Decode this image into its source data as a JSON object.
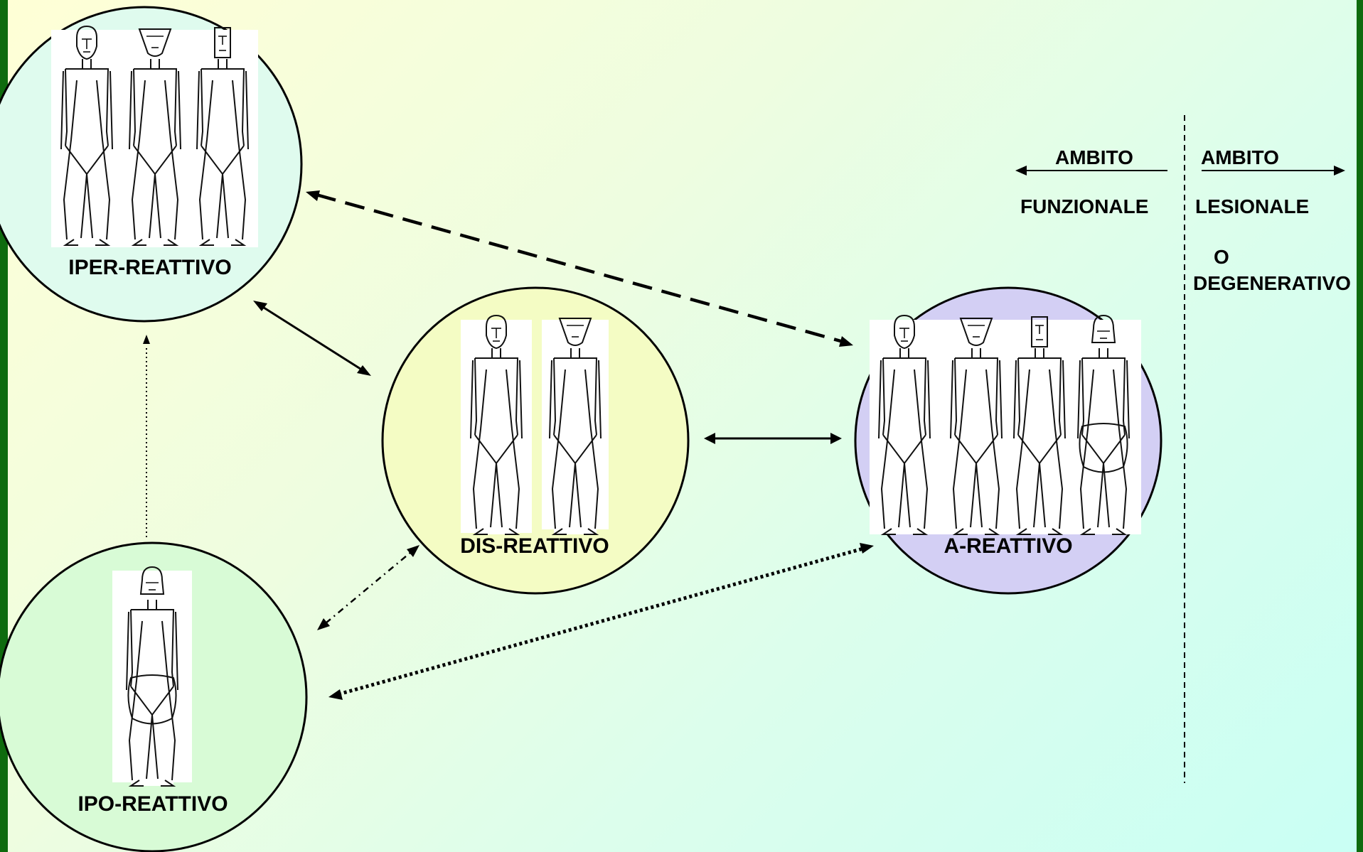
{
  "colors": {
    "frame": "#0e6b0e",
    "iper_fill": "#dffbee",
    "dis_fill": "#f4fcc4",
    "ipo_fill": "#d8fbd6",
    "a_fill": "#d3cff4",
    "figure_panel": "#ffffff"
  },
  "nodes": {
    "iper": {
      "label": "IPER-REATTIVO",
      "figure_types": [
        "type-1",
        "type-2",
        "type-3"
      ]
    },
    "dis": {
      "label": "DIS-REATTIVO",
      "figure_types": [
        "type-1",
        "type-2"
      ]
    },
    "ipo": {
      "label": "IPO-REATTIVO",
      "figure_types": [
        "type-4"
      ]
    },
    "a": {
      "label": "A-REATTIVO",
      "figure_types": [
        "type-1",
        "type-2",
        "type-3",
        "type-4"
      ]
    }
  },
  "edges": [
    {
      "from": "iper",
      "to": "dis",
      "style": "solid",
      "direction": "both"
    },
    {
      "from": "dis",
      "to": "a",
      "style": "solid",
      "direction": "both"
    },
    {
      "from": "iper",
      "to": "a",
      "style": "dashed",
      "direction": "both"
    },
    {
      "from": "ipo",
      "to": "dis",
      "style": "dash-dot",
      "direction": "both"
    },
    {
      "from": "ipo",
      "to": "a",
      "style": "heavy-dotted",
      "direction": "both"
    },
    {
      "from": "ipo",
      "to": "iper",
      "style": "fine-dotted",
      "direction": "forward"
    }
  ],
  "legend": {
    "left_ambito": "AMBITO",
    "left_kind": "FUNZIONALE",
    "right_ambito": "AMBITO",
    "right_kind": "LESIONALE",
    "right_connector": "O",
    "right_alt": "DEGENERATIVO"
  }
}
